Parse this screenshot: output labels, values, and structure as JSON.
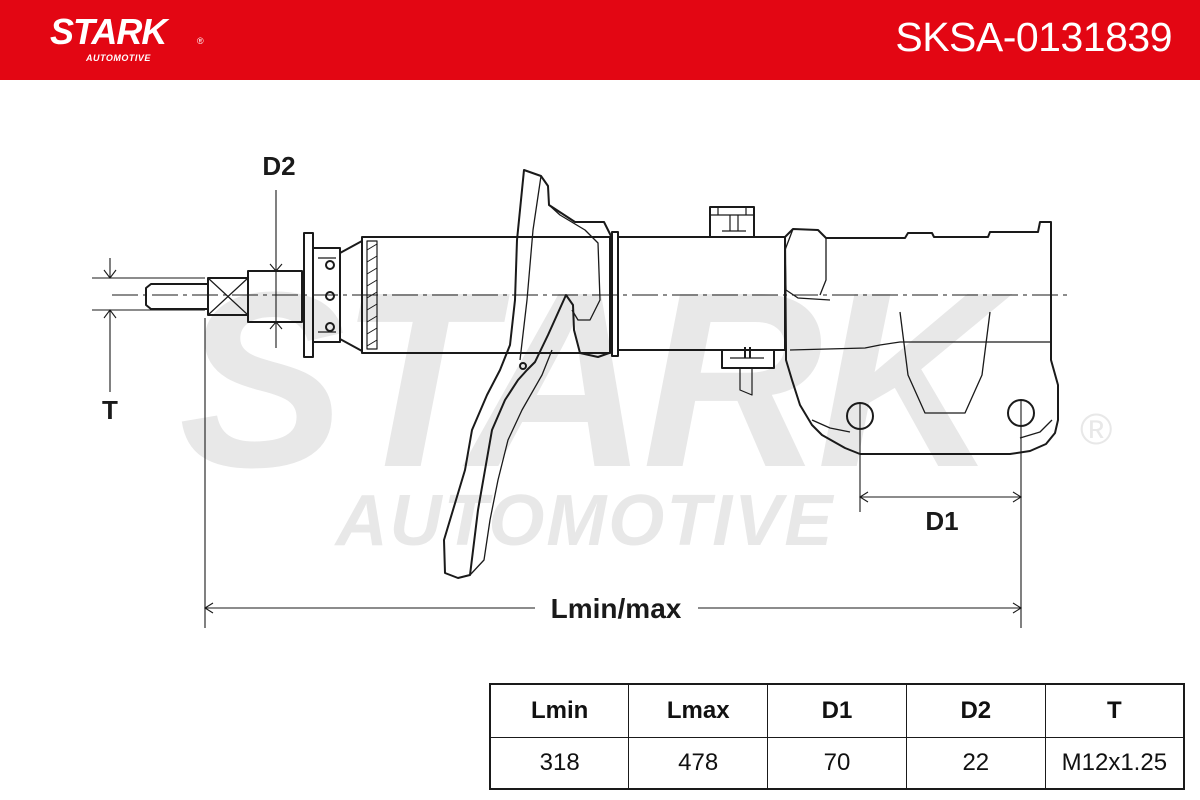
{
  "header": {
    "background_color": "#e30613",
    "logo_text": "STARK",
    "logo_registered": "®",
    "logo_subtext": "AUTOMOTIVE",
    "part_number": "SKSA-0131839"
  },
  "watermark": {
    "main_text": "STARK",
    "sub_text": "AUTOMOTIVE",
    "registered": "®",
    "color": "#e8e8e8"
  },
  "drawing": {
    "labels": {
      "d2": "D2",
      "t": "T",
      "d1": "D1",
      "length": "Lmin/max"
    }
  },
  "spec_table": {
    "headers": [
      "Lmin",
      "Lmax",
      "D1",
      "D2",
      "T"
    ],
    "values": [
      "318",
      "478",
      "70",
      "22",
      "M12x1.25"
    ]
  }
}
